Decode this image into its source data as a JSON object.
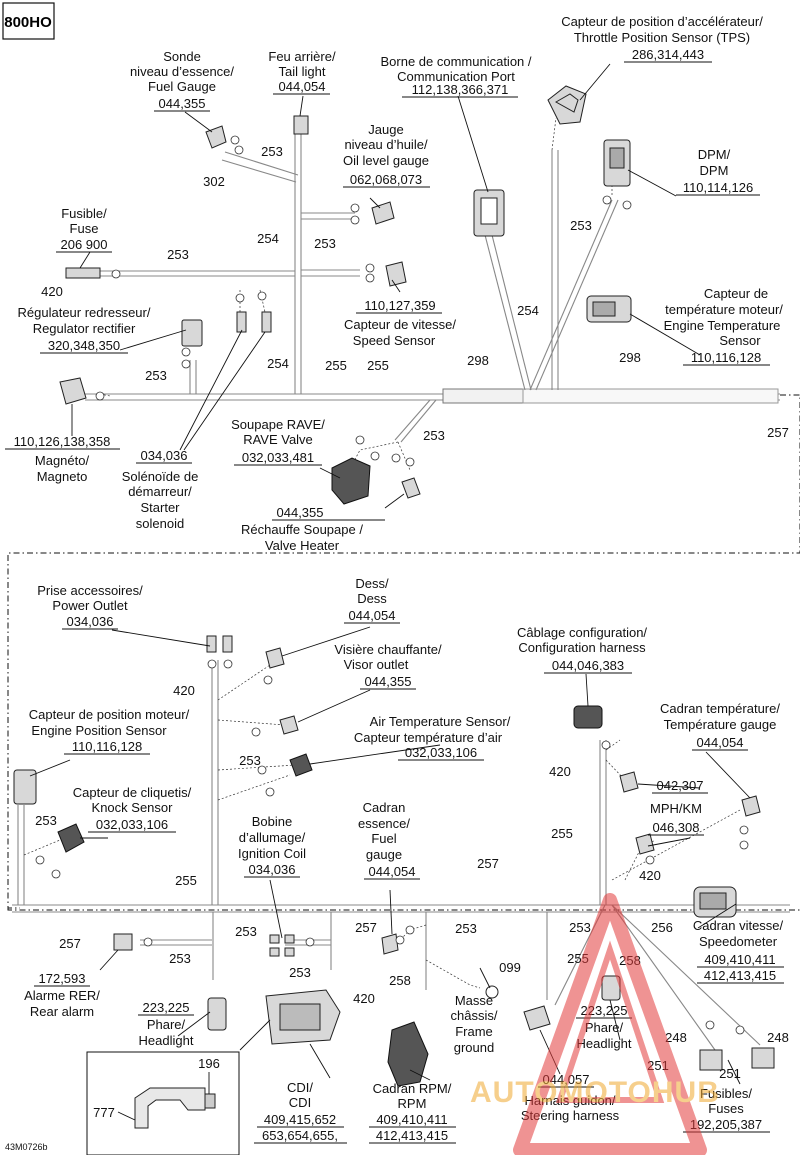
{
  "model": "800HO",
  "drawing_code": "43M0726b",
  "watermark": "AUTOMOTOHUB",
  "components": {
    "tps": {
      "fr": "Capteur de position d’accélérateur/",
      "en": "Throttle Position Sensor (TPS)",
      "refs": "286,314,443"
    },
    "comm_port": {
      "fr": "Borne de communication /",
      "en": "Communication Port",
      "refs": "112,138,366,371"
    },
    "tail_light": {
      "fr": "Feu arrière/",
      "en": "Tail light",
      "refs": "044,054"
    },
    "fuel_sender": {
      "fr1": "Sonde",
      "fr2": "niveau d’essence/",
      "en": "Fuel Gauge",
      "refs": "044,355"
    },
    "oil_gauge": {
      "fr1": "Jauge",
      "fr2": "niveau d’huile/",
      "en": "Oil level gauge",
      "refs": "062,068,073"
    },
    "dpm": {
      "fr": "DPM/",
      "en": "DPM",
      "refs": "110,114,126"
    },
    "fuse": {
      "fr": "Fusible/",
      "en": "Fuse",
      "refs": "206 900"
    },
    "speed_sensor": {
      "refs": "110,127,359",
      "fr": "Capteur de vitesse/",
      "en": "Speed Sensor"
    },
    "engine_temp": {
      "fr1": "Capteur de",
      "fr2": "température moteur/",
      "en1": "Engine Temperature",
      "en2": "Sensor",
      "refs": "110,116,128"
    },
    "regulator": {
      "fr": "Régulateur redresseur/",
      "en": "Regulator rectifier",
      "refs": "320,348,350"
    },
    "magneto": {
      "refs": "110,126,138,358",
      "fr": "Magnéto/",
      "en": "Magneto"
    },
    "starter": {
      "refs": "034,036",
      "fr1": "Solénoïde de",
      "fr2": "démarreur/",
      "en1": "Starter",
      "en2": "solenoid"
    },
    "rave": {
      "fr": "Soupape RAVE/",
      "en": "RAVE Valve",
      "refs": "032,033,481"
    },
    "valve_heater": {
      "refs": "044,355",
      "fr": "Réchauffe Soupape /",
      "en": "Valve Heater"
    },
    "power_outlet": {
      "fr": "Prise accessoires/",
      "en": "Power Outlet",
      "refs": "034,036"
    },
    "dess": {
      "fr": "Dess/",
      "en": "Dess",
      "refs": "044,054"
    },
    "visor": {
      "fr": "Visière chauffante/",
      "en": "Visor outlet",
      "refs": "044,355"
    },
    "config_harness": {
      "fr": "Câblage configuration/",
      "en": "Configuration harness",
      "refs": "044,046,383"
    },
    "temp_gauge": {
      "fr": "Cadran température/",
      "en": "Température gauge",
      "refs": "044,054"
    },
    "engine_pos": {
      "fr": "Capteur de position moteur/",
      "en": "Engine Position Sensor",
      "refs": "110,116,128"
    },
    "air_temp": {
      "en": "Air Temperature Sensor/",
      "fr": "Capteur température d’air",
      "refs": "032,033,106"
    },
    "knock": {
      "fr": "Capteur de cliquetis/",
      "en": "Knock Sensor",
      "refs": "032,033,106"
    },
    "ign_coil": {
      "fr1": "Bobine",
      "fr2": "d’allumage/",
      "en": "Ignition Coil",
      "refs": "034,036"
    },
    "fuel_dial": {
      "fr1": "Cadran",
      "fr2": "essence/",
      "en1": "Fuel",
      "en2": "gauge",
      "refs": "044,054"
    },
    "aux_042": {
      "refs": "042,307"
    },
    "mph": {
      "label": "MPH/KM",
      "refs": "046,308"
    },
    "speedometer": {
      "fr": "Cadran vitesse/",
      "en": "Speedometer",
      "refs1": "409,410,411",
      "refs2": "412,413,415"
    },
    "rear_alarm": {
      "refs": "172,593",
      "fr": "Alarme RER/",
      "en": "Rear alarm"
    },
    "headlight": {
      "refs": "223,225",
      "fr": "Phare/",
      "en": "Headlight"
    },
    "headlight2": {
      "refs": "223,225",
      "fr": "Phare/",
      "en": "Headlight"
    },
    "cdi": {
      "fr": "CDI/",
      "en": "CDI",
      "refs1": "409,415,652",
      "refs2": "653,654,655,"
    },
    "frame_ground": {
      "l1": "Masse",
      "l2": "châssis/",
      "l3": "Frame",
      "l4": "ground",
      "code": "099"
    },
    "rpm": {
      "fr": "Cadran RPM/",
      "en": "RPM",
      "refs1": "409,410,411",
      "refs2": "412,413,415"
    },
    "steering": {
      "refs": "044,057",
      "fr": "Harnais guidon/",
      "en": "Steering harness"
    },
    "fuses": {
      "fr": "Fusibles/",
      "en": "Fuses",
      "refs": "192,205,387"
    }
  },
  "segments": {
    "s302": "302",
    "s253": "253",
    "s254": "254",
    "s255": "255",
    "s298": "298",
    "s257": "257",
    "s420": "420",
    "s256": "256",
    "s258": "258",
    "s251": "251",
    "s248": "248",
    "s196": "196",
    "s777": "777"
  }
}
